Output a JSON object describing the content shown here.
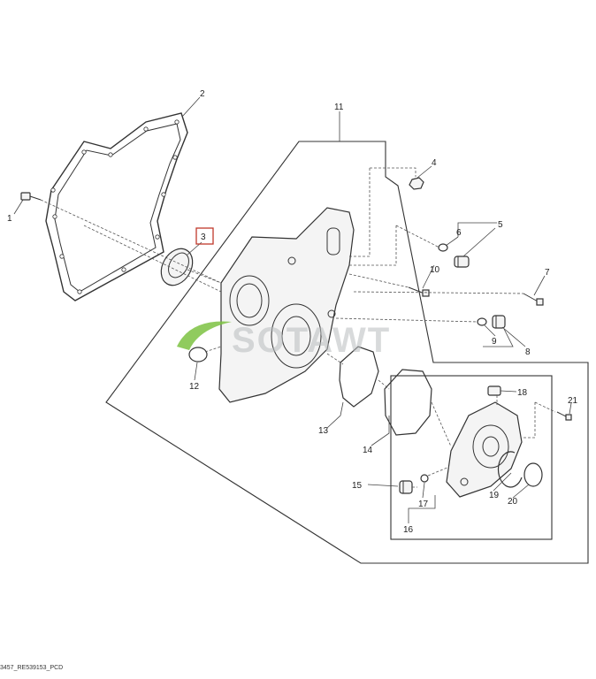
{
  "callouts": [
    "1",
    "2",
    "3",
    "4",
    "5",
    "6",
    "7",
    "8",
    "9",
    "10",
    "11",
    "12",
    "13",
    "14",
    "15",
    "16",
    "17",
    "18",
    "19",
    "20",
    "21"
  ],
  "highlighted_callout": "3",
  "watermark": "SOTAWT",
  "footer_code": "3457_RE539153_PCD",
  "colors": {
    "line": "#333333",
    "highlight": "#c0392b",
    "watermark_green": "#7cc242"
  }
}
